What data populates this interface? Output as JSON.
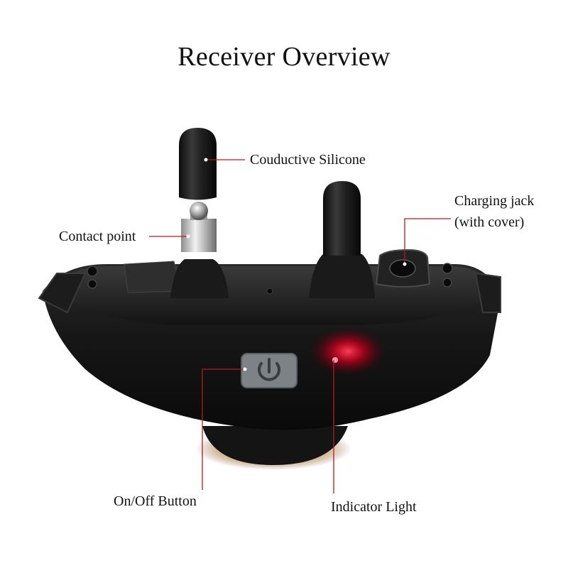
{
  "title": "Receiver Overview",
  "colors": {
    "leader": "#b31b1b",
    "body": "#151515",
    "button": "#7d8286",
    "indicator": "#ff1a3a",
    "glow": "#c7780f"
  },
  "callouts": {
    "silicone": "Couductive Silicone",
    "contact": "Contact point",
    "charging_line1": "Charging jack",
    "charging_line2": "(with cover)",
    "onoff": "On/Off Button",
    "indicator": "Indicator Light"
  },
  "icons": {
    "power": "power-icon"
  }
}
